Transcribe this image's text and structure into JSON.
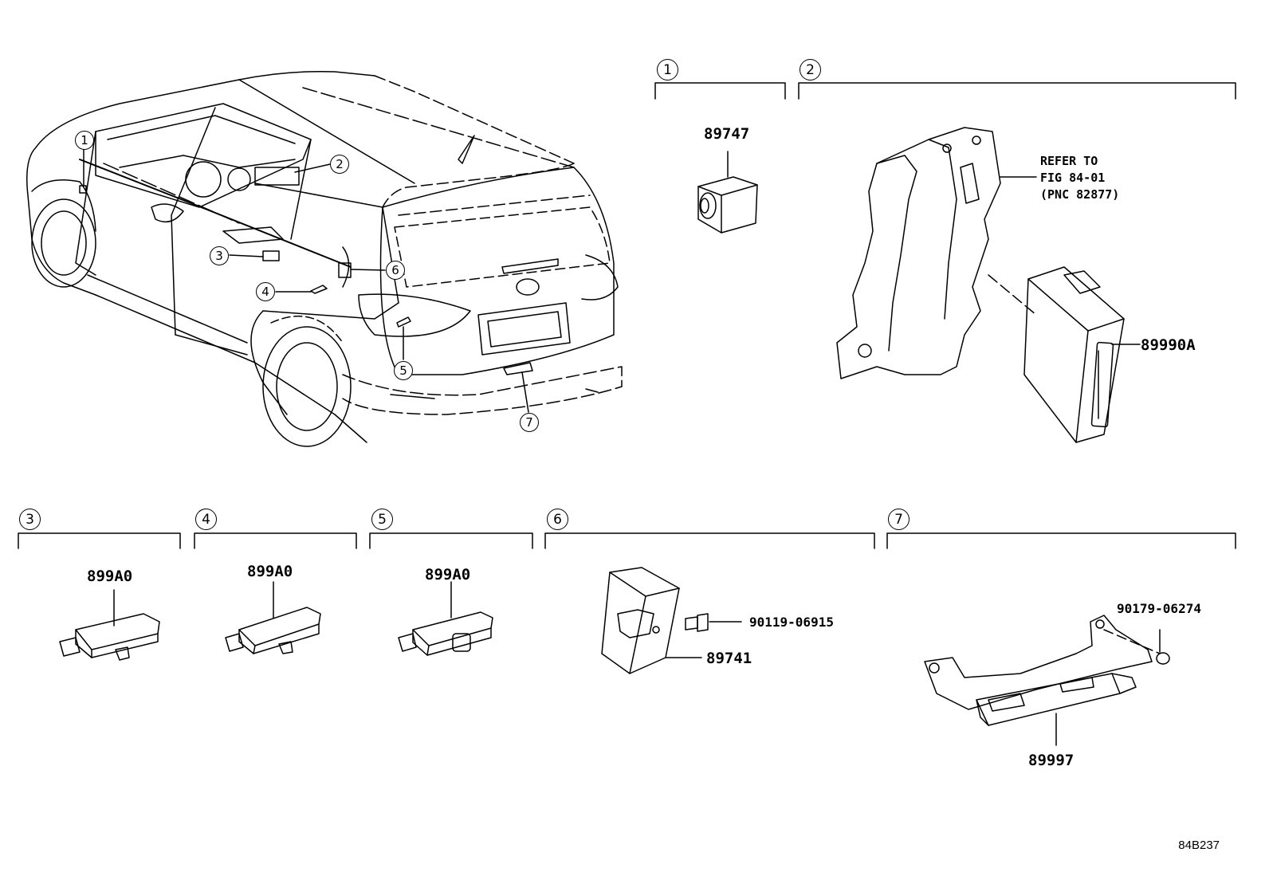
{
  "diagram": {
    "figure_code": "84B237",
    "callouts": [
      "1",
      "2",
      "3",
      "4",
      "5",
      "6",
      "7"
    ],
    "groups": [
      {
        "id": "1",
        "parts": [
          "89747"
        ]
      },
      {
        "id": "2",
        "parts": [
          "89990A"
        ],
        "note": [
          "REFER TO",
          "FIG 84-01",
          "(PNC 82877)"
        ]
      },
      {
        "id": "3",
        "parts": [
          "899A0"
        ]
      },
      {
        "id": "4",
        "parts": [
          "899A0"
        ]
      },
      {
        "id": "5",
        "parts": [
          "899A0"
        ]
      },
      {
        "id": "6",
        "parts": [
          "90119-06915",
          "89741"
        ]
      },
      {
        "id": "7",
        "parts": [
          "90179-06274",
          "89997"
        ]
      }
    ]
  }
}
